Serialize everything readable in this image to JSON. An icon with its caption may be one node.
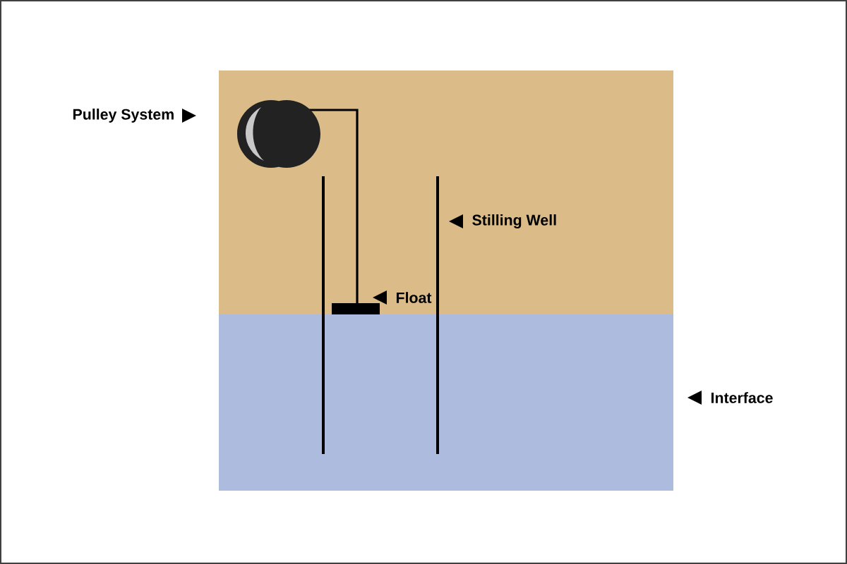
{
  "diagram": {
    "labels": [
      "Pulley System",
      "Stilling Well",
      "Float",
      "Interface"
    ]
  }
}
